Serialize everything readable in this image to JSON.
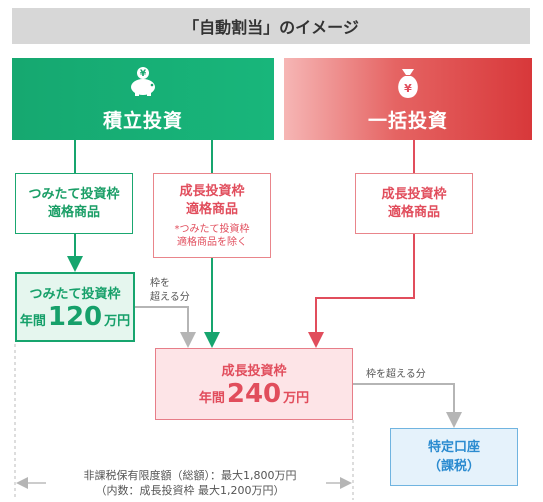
{
  "title": "「自動割当」のイメージ",
  "headers": {
    "tsumitate_nisa": "積立投資",
    "lump_sum": "一括投資"
  },
  "boxes": {
    "tsumitate_products": [
      "つみたて投資枠",
      "適格商品"
    ],
    "growth_products": [
      "成長投資枠",
      "適格商品"
    ],
    "growth_products_note": [
      "*つみたて投資枠",
      "適格商品を除く"
    ],
    "lump_growth_products": [
      "成長投資枠",
      "適格商品"
    ],
    "tsumitate_frame": {
      "label": "つみたて投資枠",
      "prefix": "年間",
      "amount": "120",
      "unit": "万円"
    },
    "growth_frame": {
      "label": "成長投資枠",
      "prefix": "年間",
      "amount": "240",
      "unit": "万円"
    },
    "tokutei": [
      "特定口座",
      "（課税）"
    ]
  },
  "labels": {
    "exceed_1": [
      "枠を",
      "超える分"
    ],
    "exceed_2": "枠を超える分"
  },
  "limit": {
    "line1": "非課税保有限度額（総額）：最大1,800万円",
    "line2": "（内数：成長投資枠 最大1,200万円）"
  },
  "colors": {
    "green": "#17a56e",
    "red": "#e14d5c",
    "blue": "#2b8bd0",
    "gray_arrow": "#b5b5b5"
  },
  "icons": {
    "piggy": "piggy-bank-yen-icon",
    "bag": "money-bag-yen-icon"
  }
}
